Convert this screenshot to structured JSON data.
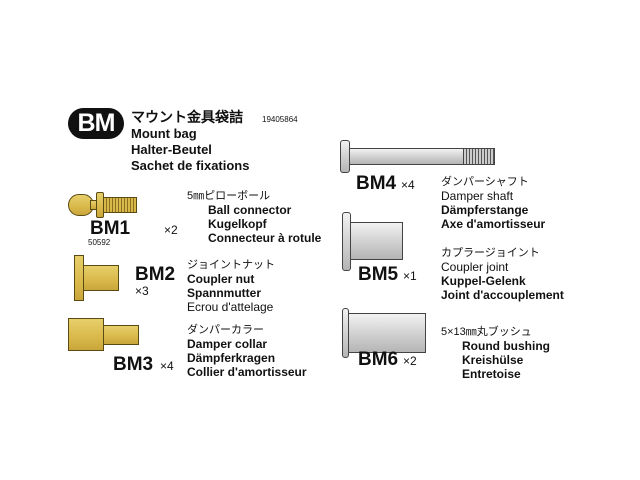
{
  "header": {
    "badge": "BM",
    "title_jp": "マウント金具袋詰",
    "part_number": "19405864",
    "title_en": "Mount bag",
    "title_de": "Halter-Beutel",
    "title_fr": "Sachet de fixations"
  },
  "parts": [
    {
      "id": "BM1",
      "qty": "×2",
      "code": "50592",
      "jp": "5㎜ピローボール",
      "en": "Ball connector",
      "de": "Kugelkopf",
      "fr": "Connecteur à rotule",
      "material": "brass"
    },
    {
      "id": "BM2",
      "qty": "×3",
      "jp": "ジョイントナット",
      "en": "Coupler nut",
      "de": "Spannmutter",
      "fr": "Ecrou d'attelage",
      "material": "brass"
    },
    {
      "id": "BM3",
      "qty": "×4",
      "jp": "ダンパーカラー",
      "en": "Damper collar",
      "de": "Dämpferkragen",
      "fr": "Collier d'amortisseur",
      "material": "brass"
    },
    {
      "id": "BM4",
      "qty": "×4",
      "jp": "ダンパーシャフト",
      "en": "Damper shaft",
      "de": "Dämpferstange",
      "fr": "Axe d'amortisseur",
      "material": "steel"
    },
    {
      "id": "BM5",
      "qty": "×1",
      "jp": "カプラージョイント",
      "en": "Coupler joint",
      "de": "Kuppel-Gelenk",
      "fr": "Joint d'accouplement",
      "material": "steel"
    },
    {
      "id": "BM6",
      "qty": "×2",
      "jp": "5×13㎜丸ブッシュ",
      "en": "Round bushing",
      "de": "Kreishülse",
      "fr": "Entretoise",
      "material": "steel"
    }
  ]
}
